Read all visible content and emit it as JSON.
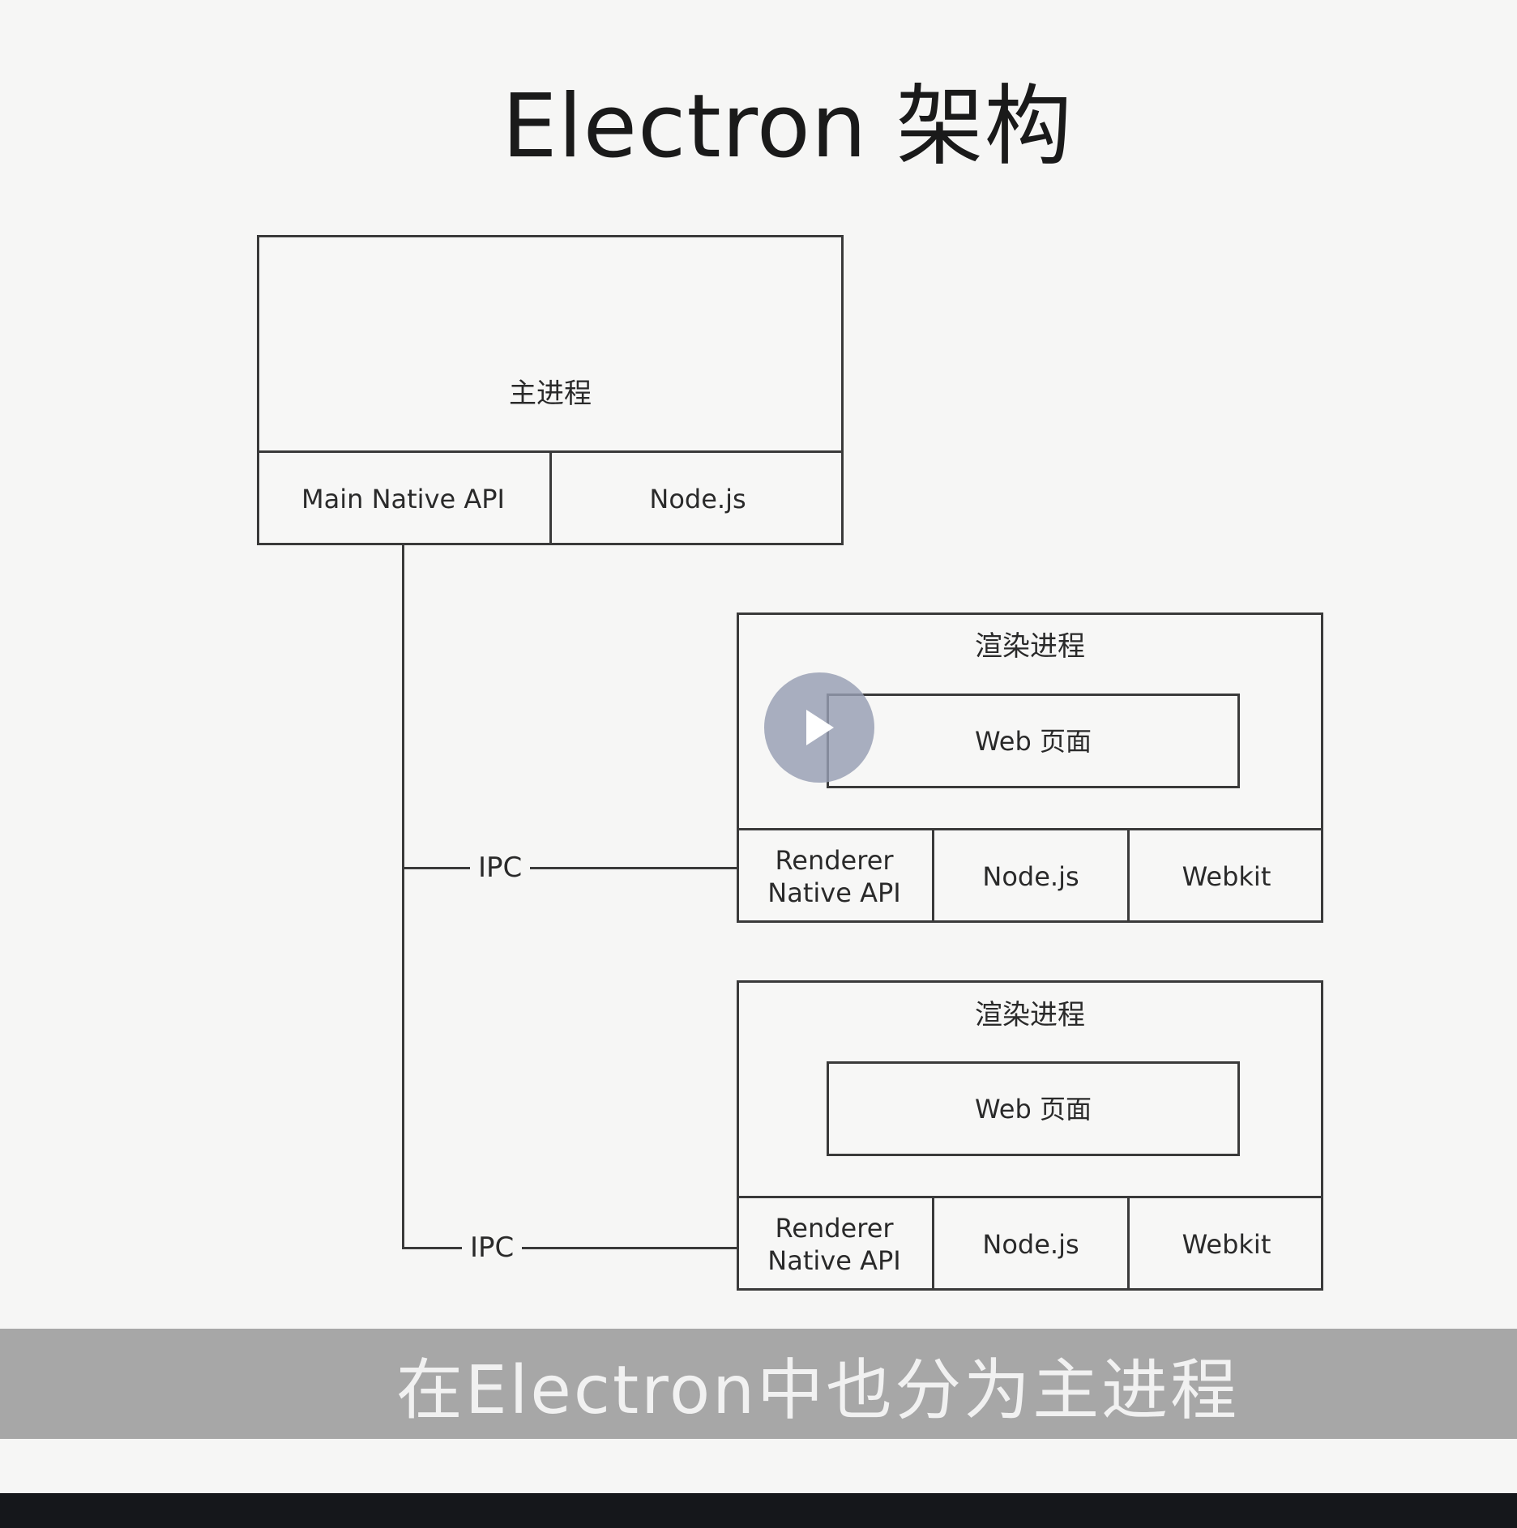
{
  "slide": {
    "title": "Electron 架构"
  },
  "main_process": {
    "title": "主进程",
    "native_api": "Main Native API",
    "node": "Node.js"
  },
  "ipc": {
    "label_1": "IPC",
    "label_2": "IPC"
  },
  "renderers": [
    {
      "title": "渲染进程",
      "web_page": "Web 页面",
      "native_api_line1": "Renderer",
      "native_api_line2": "Native API",
      "node": "Node.js",
      "webkit": "Webkit"
    },
    {
      "title": "渲染进程",
      "web_page": "Web 页面",
      "native_api_line1": "Renderer",
      "native_api_line2": "Native API",
      "node": "Node.js",
      "webkit": "Webkit"
    }
  ],
  "video": {
    "play_icon": "play-icon",
    "subtitle": "在Electron中也分为主进程"
  }
}
